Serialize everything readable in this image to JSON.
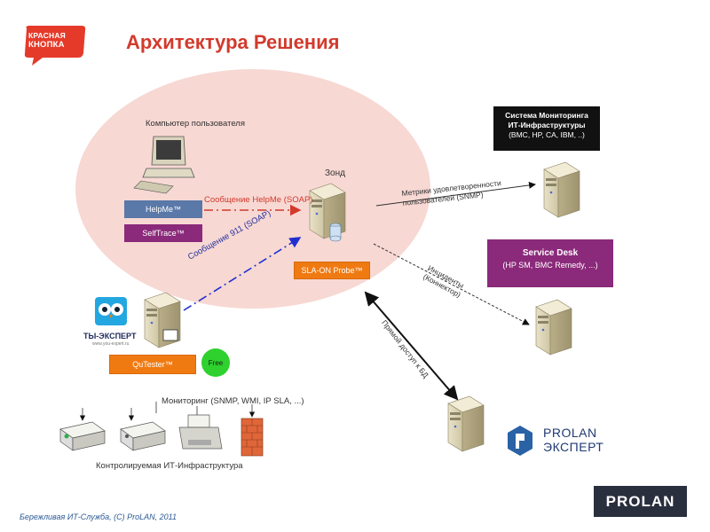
{
  "brand": {
    "logo_line1": "КРАСНАЯ",
    "logo_line2": "КНОПКА",
    "logo_color": "#e53a2a"
  },
  "title": "Архитектура Решения",
  "user_pc": {
    "label": "Компьютер пользователя"
  },
  "probe": {
    "label": "Зонд",
    "tag": "SLA-ON Probe™"
  },
  "tags": {
    "helpme": "HelpMe™",
    "selftrace": "SelfTrace™",
    "qutester": "QuTester™",
    "free": "Free"
  },
  "arrows": {
    "helpme_soap": "Сообщение HelpMe (SOAP)",
    "soap911": "Сообщение 911 (SOAP)",
    "metrics": "Метрики удовлетворенности пользователей (SNMP)",
    "incidents": "Инциденты (Коннектор)",
    "db_access": "Прямой доступ к БД"
  },
  "monitoring_system": {
    "line1": "Система Мониторинга",
    "line2": "ИТ-Инфраструктуры",
    "line3": "(BMC, HP, CA, IBM, ..)"
  },
  "service_desk": {
    "title": "Service Desk",
    "subtitle": "(HP SM, BMC Remedy, ...)"
  },
  "expert": {
    "name": "ТЫ-ЭКСПЕРТ",
    "url": "www.you-expert.ru"
  },
  "monitoring_label": "Мониторинг (SNMP, WMI, IP SLA, ...)",
  "infrastructure_label": "Контролируемая ИТ-Инфраструктура",
  "prolan_expert": {
    "line1": "PROLAN",
    "line2": "ЭКСПЕРТ"
  },
  "prolan_logo": "PROLAN",
  "footer": "Бережливая ИТ-Служба, (C) ProLAN, 2011",
  "colors": {
    "accent_red": "#d23a2c",
    "purple": "#8b2a7a",
    "orange": "#f07a12",
    "blue": "#5a78a8",
    "ellipse": "#f7d8d3"
  }
}
